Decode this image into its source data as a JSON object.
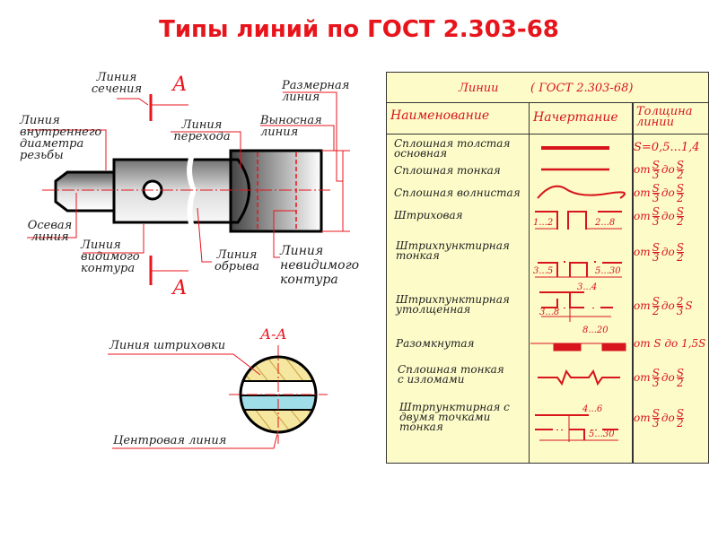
{
  "title": "Типы линий по ГОСТ 2.303-68",
  "drawing": {
    "section_line": "Линия сечения",
    "section_letter_top": "А",
    "section_letter_bottom": "А",
    "thread_line": "Линия внутреннего диаметра резьбы",
    "axis_line": "Осевая линия",
    "visible_contour": "Линия видимого контура",
    "transition_line": "Линия перехода",
    "break_line": "Линия обрыва",
    "dimension_line": "Размерная линия",
    "extension_line": "Выносная линия",
    "hidden_contour": "Линия невидимого контура",
    "section_title": "А-А",
    "hatch_line": "Линия штриховки",
    "center_line": "Центровая линия"
  },
  "table": {
    "caption_left": "Линии",
    "caption_right": "( ГОСТ 2.303-68)",
    "headers": [
      "Наименование",
      "Начертание",
      "Толщина линии"
    ],
    "rows": [
      {
        "name": "Сплошная толстая основная",
        "thickness": "S=0,5...1,4"
      },
      {
        "name": "Сплошная тонкая",
        "t_from": "от",
        "f1": [
          "S",
          "3"
        ],
        "t_to": "до",
        "f2": [
          "S",
          "2"
        ]
      },
      {
        "name": "Сплошная волнистая",
        "t_from": "от",
        "f1": [
          "S",
          "3"
        ],
        "t_to": "до",
        "f2": [
          "S",
          "2"
        ]
      },
      {
        "name": "Штриховая",
        "t_from": "от",
        "f1": [
          "S",
          "3"
        ],
        "t_to": "до",
        "f2": [
          "S",
          "2"
        ],
        "dims": [
          "1...2",
          "2...8"
        ]
      },
      {
        "name": "Штрихпунктирная тонкая",
        "t_from": "от",
        "f1": [
          "S",
          "3"
        ],
        "t_to": "до",
        "f2": [
          "S",
          "2"
        ],
        "dims": [
          "3...5",
          "5...30"
        ]
      },
      {
        "name": "Штрихпунктирная утолщенная",
        "t_from": "от",
        "f1": [
          "S",
          "2"
        ],
        "t_to": "до",
        "f2": [
          "2",
          "3"
        ],
        "f2_suffix": "S",
        "dims": [
          "3...4",
          "3...8"
        ]
      },
      {
        "name": "Разомкнутая",
        "thickness": "от S до 1,5S",
        "dims": [
          "8...20"
        ]
      },
      {
        "name": "Сплошная тонкая с изломами",
        "t_from": "от",
        "f1": [
          "S",
          "3"
        ],
        "t_to": "до",
        "f2": [
          "S",
          "2"
        ]
      },
      {
        "name": "Штрпунктирная с двумя точками тонкая",
        "t_from": "от",
        "f1": [
          "S",
          "3"
        ],
        "t_to": "до",
        "f2": [
          "S",
          "2"
        ],
        "dims": [
          "4...6",
          "5...30"
        ]
      }
    ]
  },
  "colors": {
    "red": "#e8141c",
    "table_bg": "#fdfcc9",
    "hatch": "#f5e6a0",
    "cyan": "#9fdde8"
  }
}
